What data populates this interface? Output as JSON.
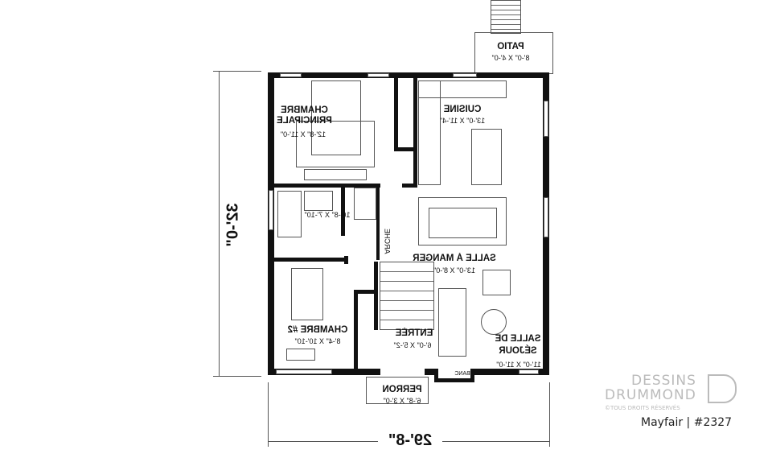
{
  "rooms": [
    {
      "name": "CHAMBRE PRINCIPALE",
      "dims": "12'-8\" X 11'-0\""
    },
    {
      "name": "CUISINE",
      "dims": "13'-0\" X 11'-4\""
    },
    {
      "name": "",
      "dims": "10'-8\" X 7'-10\""
    },
    {
      "name": "SALLE À MANGER",
      "dims": "13'-0\" X 8'-0\""
    },
    {
      "name": "CHAMBRE #2",
      "dims": "8'-4\" X 10'-10\""
    },
    {
      "name": "ENTRÉE",
      "dims": "6'-0\" X 5'-2\""
    },
    {
      "name": "SALLE DE SÉJOUR",
      "dims": "11'-0\" X 11'-0\""
    },
    {
      "name": "PERRON",
      "dims": "6'-8\" X 3'-0\""
    },
    {
      "name": "PATIO",
      "dims": "8'-0\" X 4'-0\""
    }
  ],
  "labels": {
    "arche": "ARCHE",
    "banc": "BANC"
  },
  "dimensions": {
    "depth": "32'-0\"",
    "width": "29'-8\""
  },
  "brand": {
    "line1": "DESSINS",
    "line2": "DRUMMOND",
    "rights": "©TOUS DROITS RÉSERVÉS",
    "plan": "Mayfair | #2327"
  }
}
